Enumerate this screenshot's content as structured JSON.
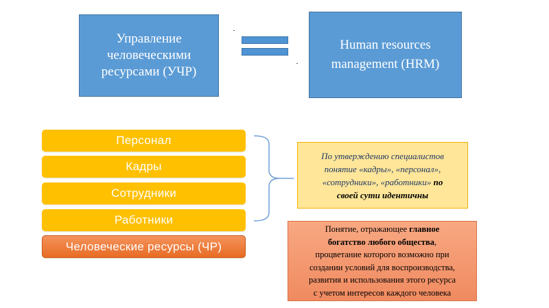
{
  "top": {
    "left_box": [
      "Управление",
      "человеческими",
      "ресурсами (УЧР)"
    ],
    "right_box": [
      "Human resources",
      "management (HRM)"
    ]
  },
  "pills": [
    "Персонал",
    "Кадры",
    "Сотрудники",
    "Работники"
  ],
  "highlight_pill": "Человеческие ресурсы (ЧР)",
  "note_identical": {
    "italic": [
      "По утверждению специалистов",
      "понятие «кадры», «персонал»,",
      "«сотрудники», «работники»"
    ],
    "bold_tail_1": "по",
    "bold_tail_2": "своей сути идентичны"
  },
  "note_definition": {
    "before": "Понятие, отражающее",
    "bold_1": "главное",
    "bold_2": "богатство любого общества",
    "after_comma": ",",
    "rest": [
      "процветание которого возможно при",
      "создании условий для воспроизводства,",
      "развития и использования этого ресурса",
      "с учетом интересов каждого человека"
    ]
  },
  "colors": {
    "blue_box": "#5b9bd5",
    "yellow_pill": "#ffc000",
    "orange_pill": "#e86c24",
    "note_yellow": "#ffe699",
    "note_orange": "#f4a07a"
  }
}
